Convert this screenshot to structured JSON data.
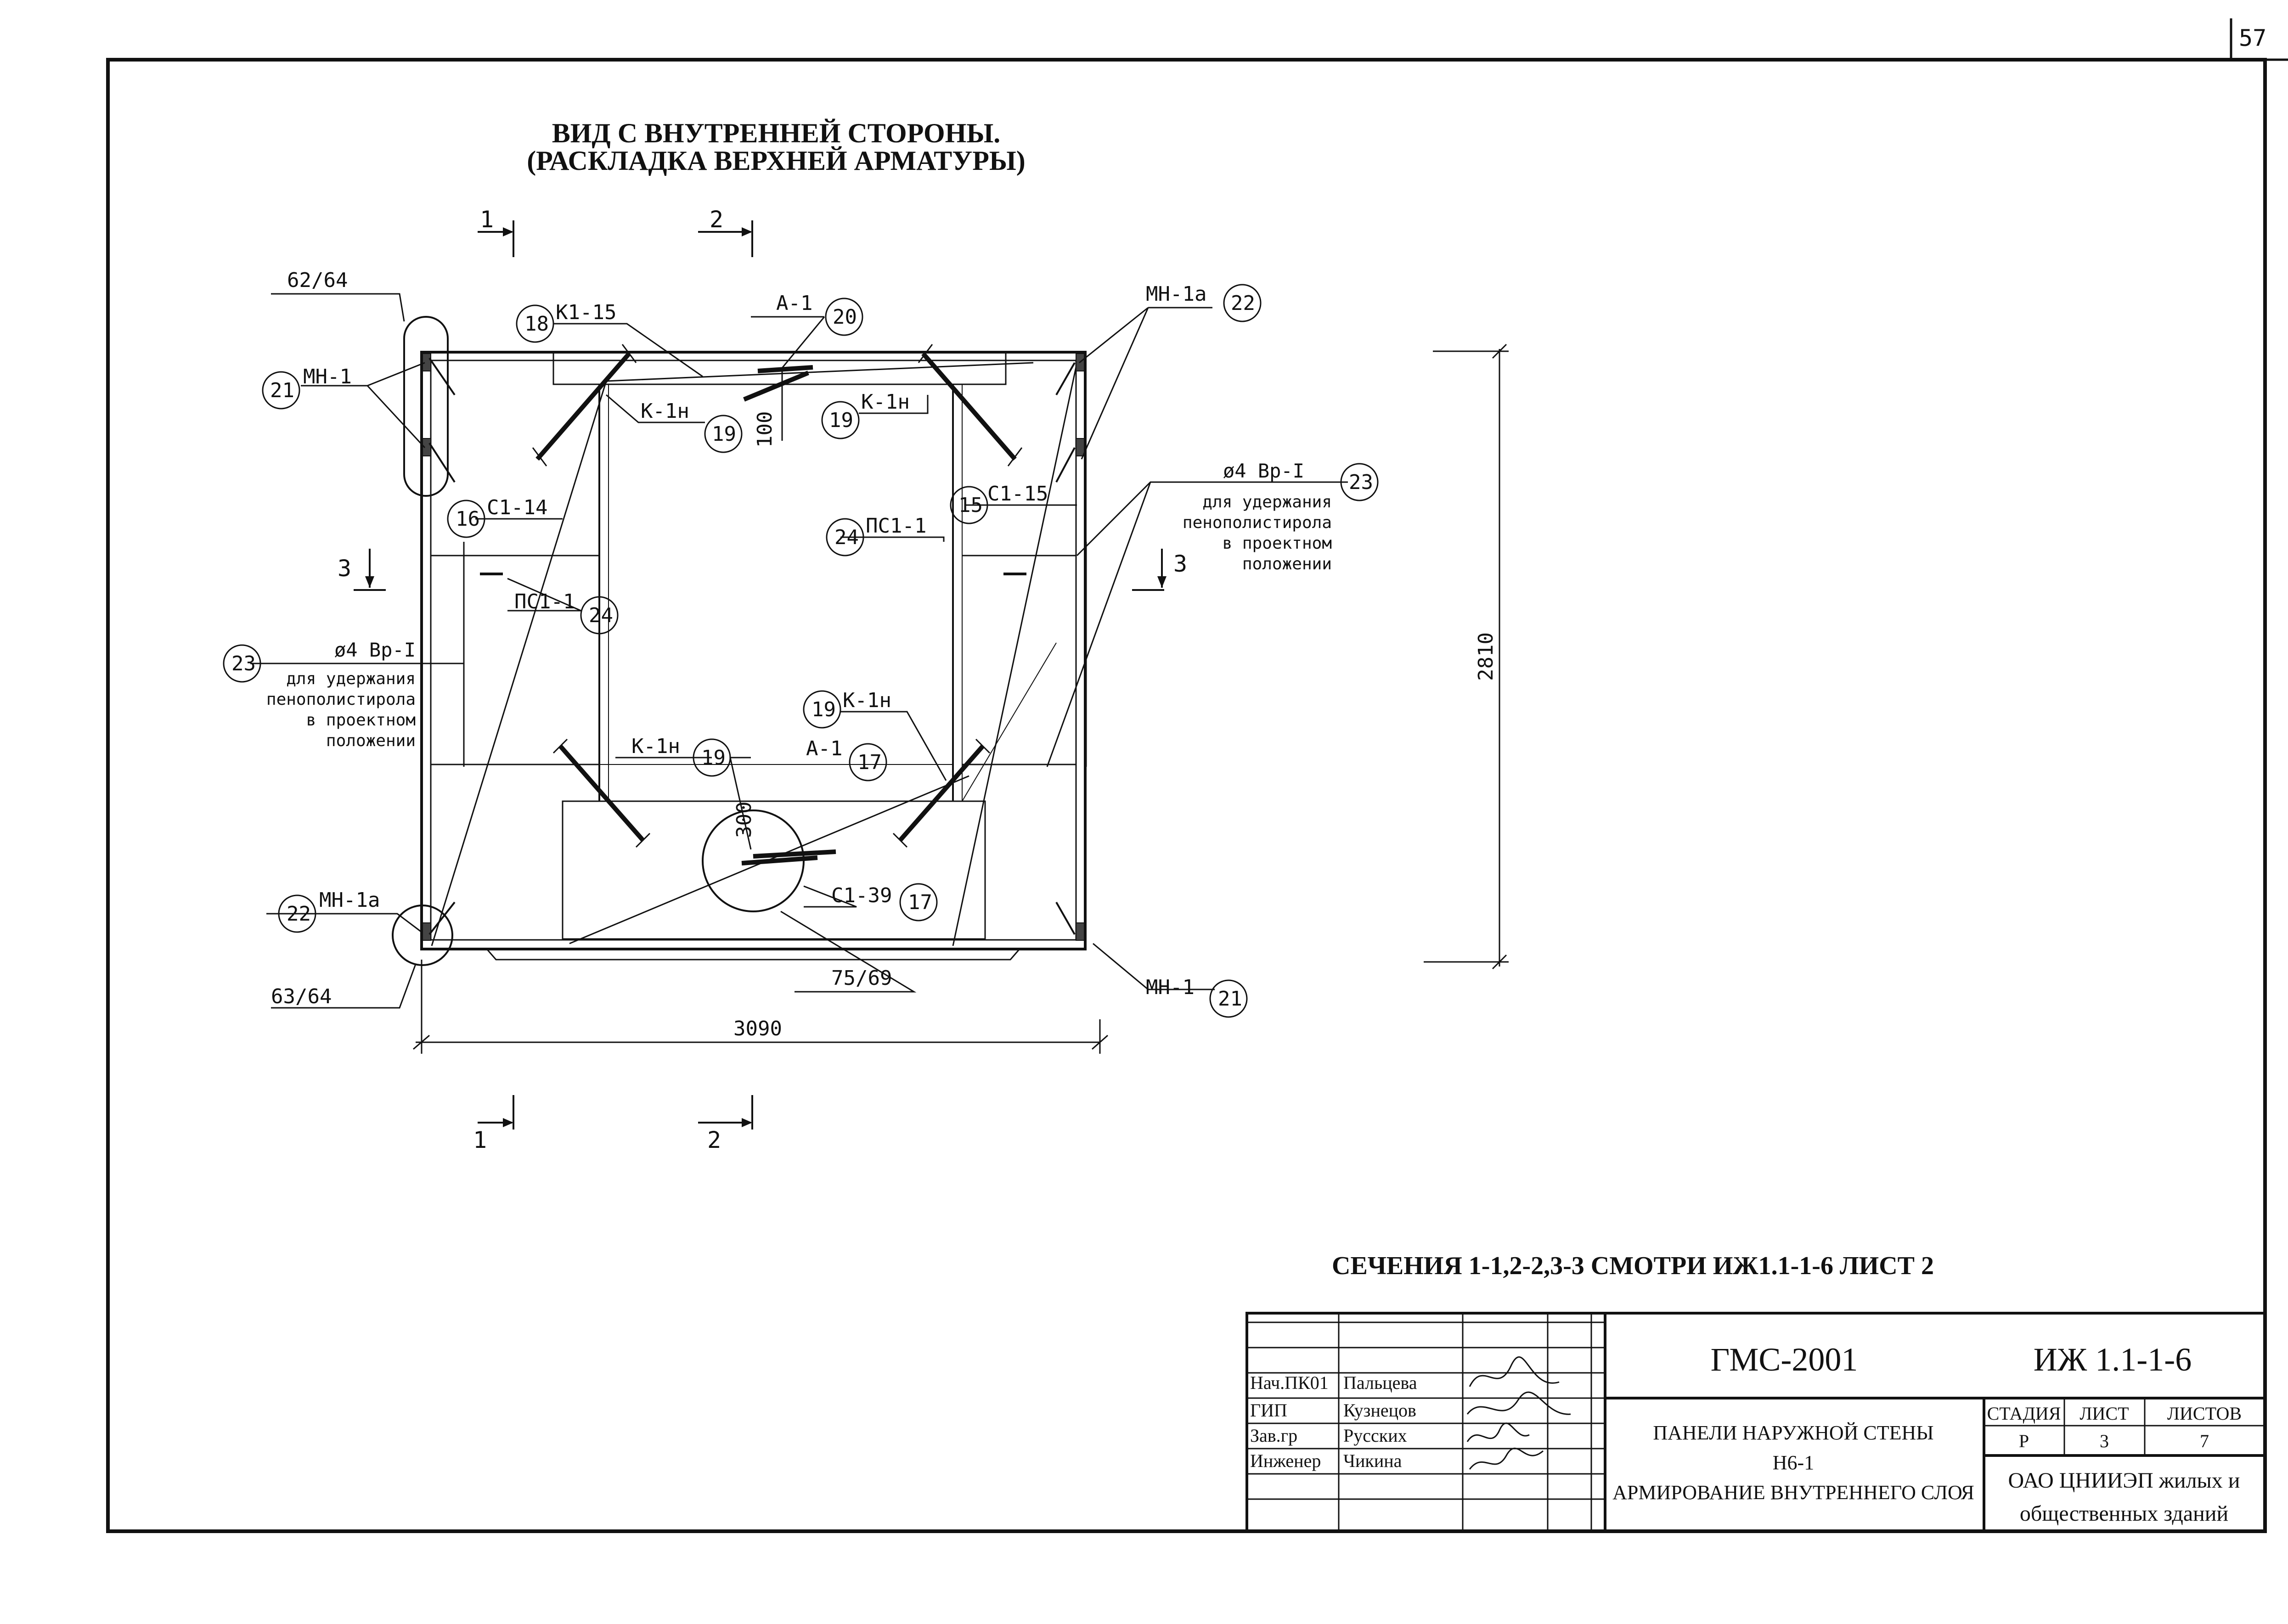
{
  "page_number": "57",
  "title": {
    "line1": "ВИД С ВНУТРЕННЕЙ СТОРОНЫ.",
    "line2": "(РАСКЛАДКА ВЕРХНЕЙ АРМАТУРЫ)"
  },
  "section_marks": {
    "s1": "1",
    "s2": "2",
    "s3": "3"
  },
  "callouts": {
    "c62_64": "62/64",
    "c63_64": "63/64",
    "c75_69": "75/69",
    "mn1": "МН-1",
    "mn1a": "МН-1а",
    "k1_15": "К1-15",
    "a1": "А-1",
    "k1n": "К-1н",
    "c1_14": "С1-14",
    "c1_15": "С1-15",
    "c1_39": "С1-39",
    "ps1_1": "ПС1-1",
    "n16": "16",
    "n15": "15",
    "n17": "17",
    "n18": "18",
    "n19": "19",
    "n20": "20",
    "n21": "21",
    "n22": "22",
    "n23": "23",
    "n24": "24",
    "dim100": "100",
    "dim300": "300"
  },
  "rebar_note": {
    "line1": "ø4 Вр-I",
    "line2": "для удержания",
    "line3": "пенополистирола",
    "line4": "в проектном",
    "line5": "положении"
  },
  "dimensions": {
    "width": "3090",
    "height": "2810"
  },
  "sections_note": "СЕЧЕНИЯ 1-1,2-2,3-3 СМОТРИ ИЖ1.1-1-6 ЛИСТ 2",
  "title_block": {
    "project_code": "ГМС-2001",
    "doc_code": "ИЖ 1.1-1-6",
    "name_line1": "ПАНЕЛИ НАРУЖНОЙ СТЕНЫ",
    "name_line2": "Н6-1",
    "name_line3": "АРМИРОВАНИЕ ВНУТРЕННЕГО СЛОЯ",
    "stage_label": "СТАДИЯ",
    "sheet_label": "ЛИСТ",
    "sheets_label": "ЛИСТОВ",
    "stage": "Р",
    "sheet": "3",
    "sheets": "7",
    "org_line1": "ОАО ЦНИИЭП жилых и",
    "org_line2": "общественных зданий",
    "signers": [
      {
        "role": "Нач.ПК01",
        "name": "Пальцева"
      },
      {
        "role": "ГИП",
        "name": "Кузнецов"
      },
      {
        "role": "Зав.гр",
        "name": "Русских"
      },
      {
        "role": "Инженер",
        "name": "Чикина"
      }
    ]
  }
}
